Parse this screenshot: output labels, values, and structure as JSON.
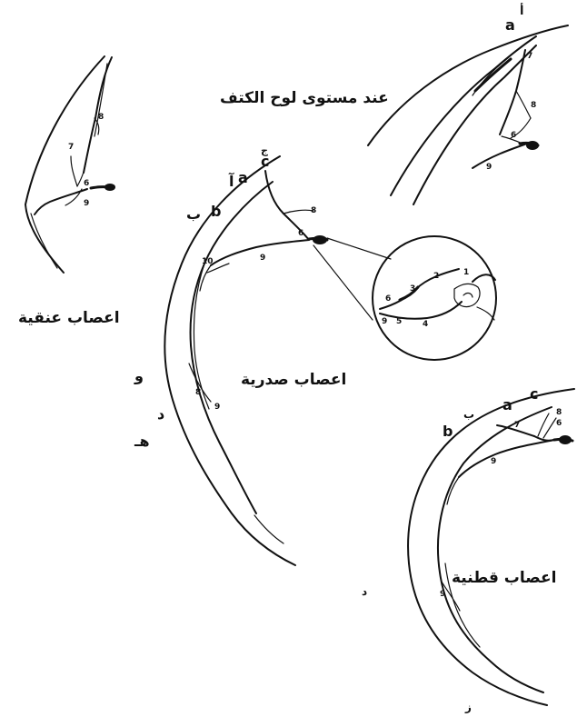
{
  "titles": {
    "scapula_level": "عند مستوى لوح الكتف",
    "cervical": "اعصاب عنقية",
    "thoracic": "اعصاب صدرية",
    "lumbar": "اعصاب قطنية"
  },
  "panel_scapula": {
    "letter_top": "أ",
    "letter_a": "a",
    "numbers": [
      "7",
      "8",
      "6",
      "9"
    ]
  },
  "panel_cervical": {
    "numbers": [
      "8",
      "7",
      "6",
      "9"
    ]
  },
  "panel_thoracic": {
    "letter_c": "c",
    "letter_c_ar": "ج",
    "letter_a": "a",
    "letter_a_ar": "آ",
    "letter_b": "b",
    "letter_b_ar": "ب",
    "letter_waw": "و",
    "letter_dal": "د",
    "letter_ha": "هـ",
    "numbers": [
      "8",
      "6",
      "10",
      "9",
      "9",
      "8"
    ]
  },
  "inset": {
    "numbers": [
      "1",
      "2",
      "3",
      "6",
      "5",
      "4",
      "9"
    ]
  },
  "panel_lumbar": {
    "letter_a": "a",
    "letter_c": "c",
    "letter_b": "b",
    "letter_ba_ar": "ب",
    "letter_dal_ar": "د",
    "letter_zay_ar": "ز",
    "numbers": [
      "8",
      "6",
      "7",
      "9",
      "9"
    ]
  }
}
